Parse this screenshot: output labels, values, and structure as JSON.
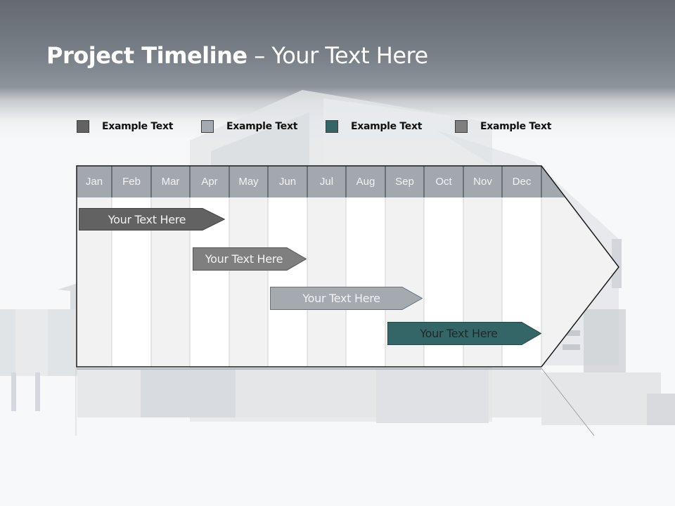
{
  "slide": {
    "title_bold": "Project Timeline",
    "title_rest": " – Your Text Here"
  },
  "legend": [
    {
      "label": "Example Text",
      "color": "#626262"
    },
    {
      "label": "Example Text",
      "color": "#a5aab1"
    },
    {
      "label": "Example Text",
      "color": "#356667"
    },
    {
      "label": "Example Text",
      "color": "#7f7f7f"
    }
  ],
  "timeline": {
    "months": [
      "Jan",
      "Feb",
      "Mar",
      "Apr",
      "May",
      "Jun",
      "Jul",
      "Aug",
      "Sep",
      "Oct",
      "Nov",
      "Dec"
    ],
    "header_color": "#a2a8ae",
    "bars": [
      {
        "label": "Your  Text Here",
        "start_month": "Jan",
        "end_month": "Apr",
        "color": "#626262",
        "text_color": "#f2f2f2"
      },
      {
        "label": "Your  Text Here",
        "start_month": "Apr",
        "end_month": "Jun",
        "color": "#7f7f7f",
        "text_color": "#f2f2f2"
      },
      {
        "label": "Your  Text Here",
        "start_month": "Jun",
        "end_month": "Sep",
        "color": "#a5aab1",
        "text_color": "#f2f2f2"
      },
      {
        "label": "Your  Text Here",
        "start_month": "Sep",
        "end_month": "Dec",
        "color": "#356667",
        "text_color": "#1e2a2a"
      }
    ]
  }
}
